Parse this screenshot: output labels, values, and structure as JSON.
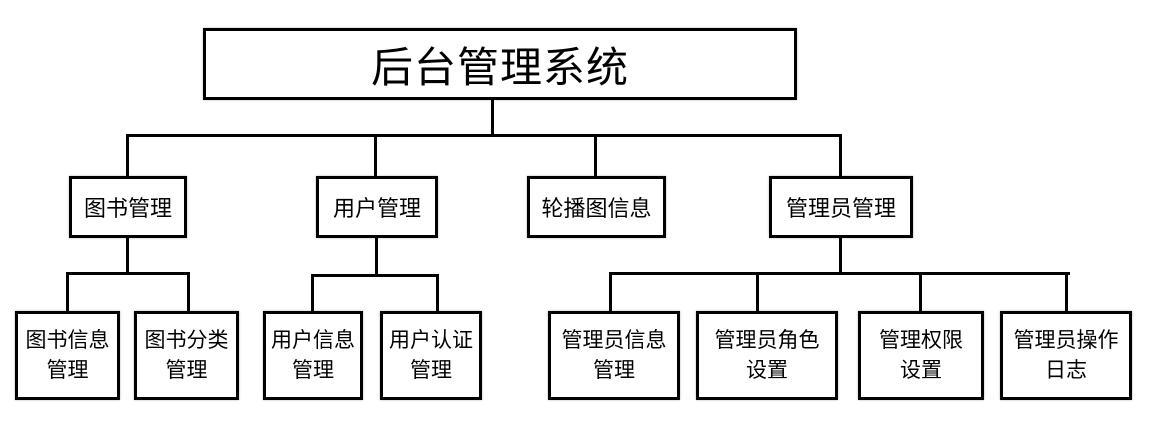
{
  "diagram": {
    "type": "org-chart",
    "colors": {
      "background": "#ffffff",
      "line": "#000000",
      "box_border": "#000000",
      "text": "#000000"
    },
    "tree": {
      "label": "后台管理系统",
      "children": [
        {
          "label": "图书管理",
          "children": [
            {
              "label": "图书信息\n管理"
            },
            {
              "label": "图书分类\n管理"
            }
          ]
        },
        {
          "label": "用户管理",
          "children": [
            {
              "label": "用户信息\n管理"
            },
            {
              "label": "用户认证\n管理"
            }
          ]
        },
        {
          "label": "轮播图信息",
          "children": []
        },
        {
          "label": "管理员管理",
          "children": [
            {
              "label": "管理员信息\n管理"
            },
            {
              "label": "管理员角色\n设置"
            },
            {
              "label": "管理权限\n设置"
            },
            {
              "label": "管理员操作\n日志"
            }
          ]
        }
      ]
    }
  }
}
